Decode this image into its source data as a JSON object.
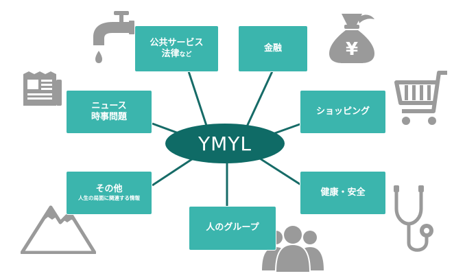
{
  "colors": {
    "box": "#3bb5ad",
    "hub": "#0f6b66",
    "line": "#166b67",
    "icon": "#9a9a9a"
  },
  "center": {
    "label": "YMYL"
  },
  "nodes": {
    "public": {
      "line1": "公共サービス",
      "line2": "法律",
      "line2_small": "など"
    },
    "finance": {
      "line1": "金融"
    },
    "news": {
      "line1": "ニュース",
      "line2": "時事問題"
    },
    "shopping": {
      "line1": "ショッピング"
    },
    "other": {
      "line1": "その他",
      "line2": "人生の局面に関連する情報"
    },
    "health": {
      "line1": "健康・安全"
    },
    "groups": {
      "line1": "人のグループ"
    }
  },
  "icons": {
    "money_bag": {
      "name": "money-bag-icon",
      "glyph": "¥"
    },
    "faucet": {
      "name": "faucet-icon"
    },
    "newspaper": {
      "name": "newspaper-icon"
    },
    "cart": {
      "name": "shopping-cart-icon"
    },
    "mountain": {
      "name": "mountain-icon"
    },
    "stethoscope": {
      "name": "stethoscope-icon"
    },
    "people": {
      "name": "people-icon"
    }
  }
}
